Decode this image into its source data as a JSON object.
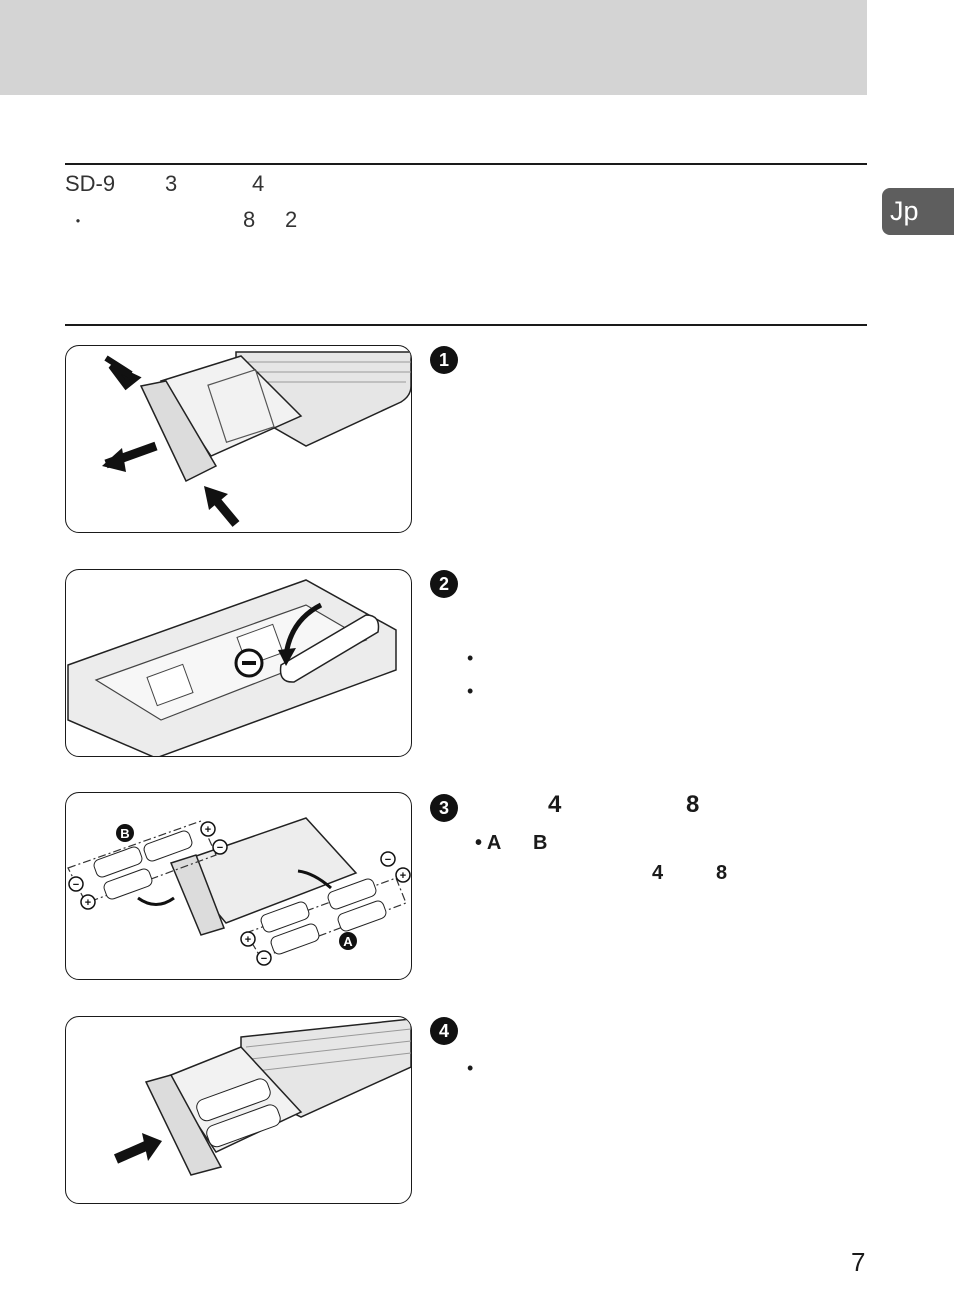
{
  "header": {
    "lang_tab": "Jp"
  },
  "intro": {
    "line1": [
      "SD-9",
      "3",
      "4"
    ],
    "line2": [
      "・",
      "8",
      "2"
    ]
  },
  "steps": [
    {
      "number": "1"
    },
    {
      "number": "2",
      "bullets": [
        "•",
        "•"
      ]
    },
    {
      "number": "3",
      "heading": [
        "4",
        "8"
      ],
      "sub": [
        "• A",
        "B"
      ],
      "sub2": [
        "4",
        "8"
      ],
      "labels": {
        "group_a": "A",
        "group_b": "B",
        "plus": "+",
        "minus": "−"
      }
    },
    {
      "number": "4",
      "bullets": [
        "•"
      ]
    }
  ],
  "page_number": "7",
  "colors": {
    "header_band": "#d4d4d4",
    "lang_tab": "#5e5e5e",
    "panel_stroke": "#1a1a1a",
    "illustration_fill": "#e6e6e6"
  }
}
